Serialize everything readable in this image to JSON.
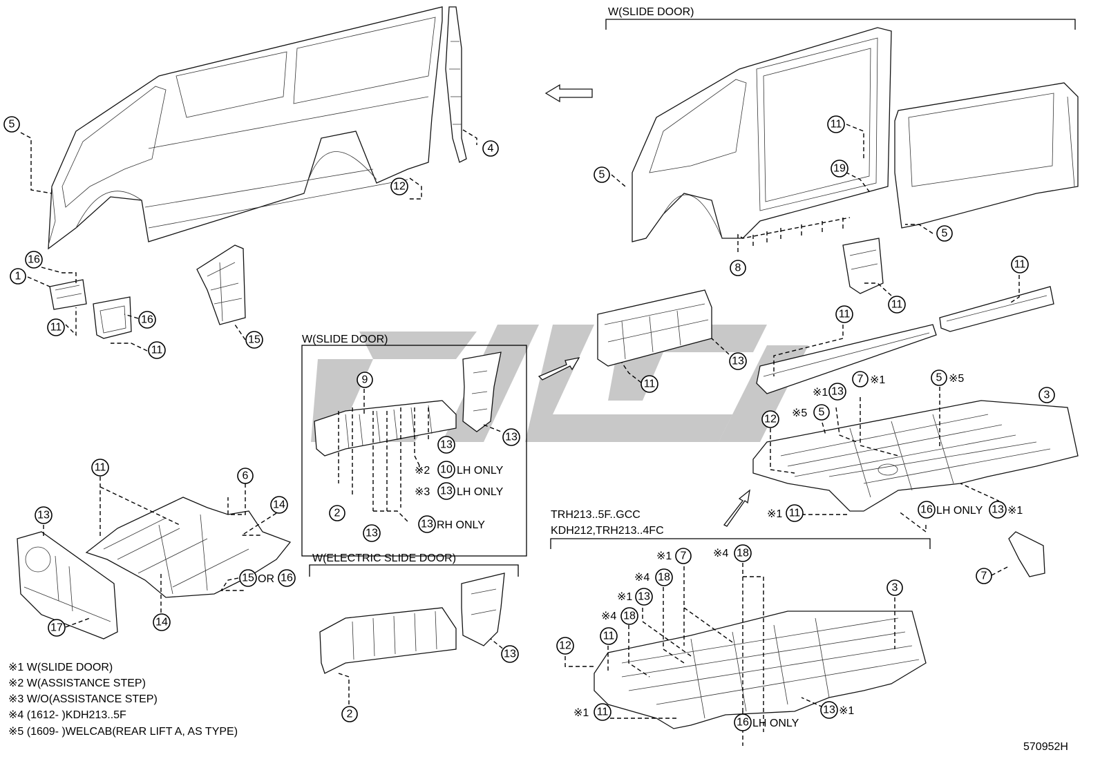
{
  "headers": {
    "top_right": "W(SLIDE DOOR)",
    "inset_slide": "W(SLIDE DOOR)",
    "inset_electric": "W(ELECTRIC SLIDE DOOR)",
    "variant_line1": "TRH213..5F..GCC",
    "variant_line2": "KDH212,TRH213..4FC"
  },
  "annotations": {
    "lh_only": "LH ONLY",
    "rh_only": "RH ONLY",
    "or": "OR",
    "x1": "※1",
    "x2": "※2",
    "x3": "※3",
    "x4": "※4",
    "x5": "※5"
  },
  "footnotes": [
    "※1 W(SLIDE DOOR)",
    "※2 W(ASSISTANCE STEP)",
    "※3 W/O(ASSISTANCE STEP)",
    "※4 (1612-        )KDH213..5F",
    "※5 (1609-        )WELCAB(REAR LIFT A, AS TYPE)"
  ],
  "diagram_code": "570952H",
  "callout_numbers": [
    "1",
    "2",
    "3",
    "4",
    "5",
    "6",
    "7",
    "8",
    "9",
    "10",
    "11",
    "12",
    "13",
    "14",
    "15",
    "16",
    "17",
    "18",
    "19"
  ],
  "arrow_icons": [
    "left-arrow-icon",
    "up-right-arrow-icon"
  ]
}
